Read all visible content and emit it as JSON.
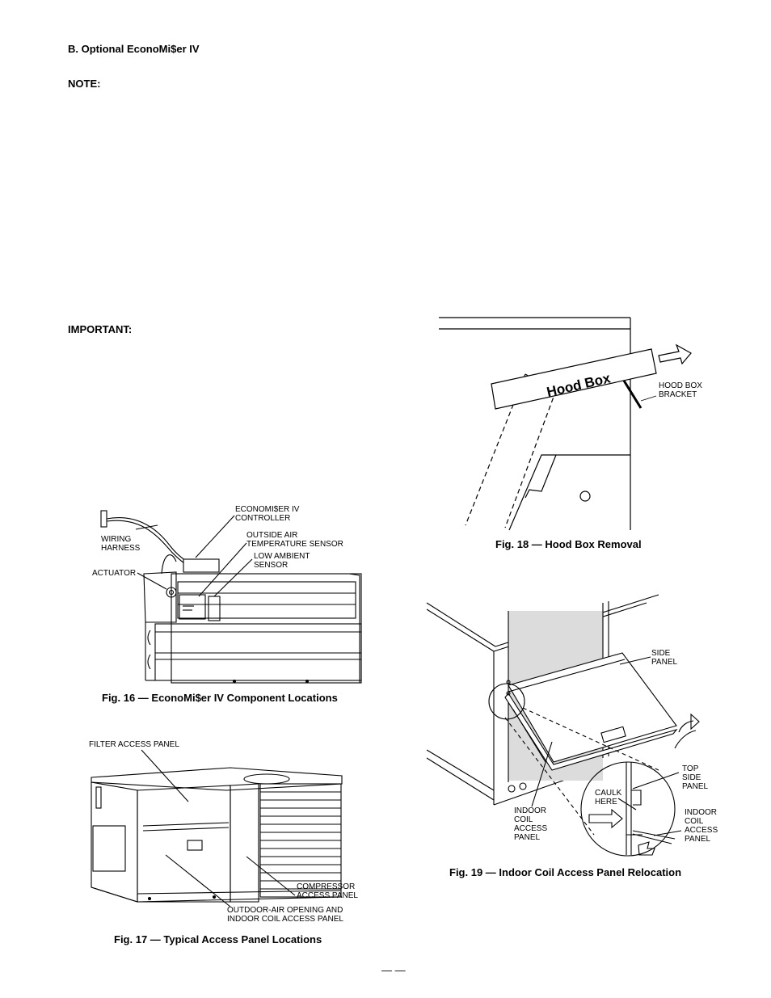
{
  "section": {
    "title": "B. Optional EconoMi$er IV",
    "note_label": "NOTE:",
    "important_label": "IMPORTANT:"
  },
  "fig16": {
    "caption": "Fig. 16 — EconoMi$er IV Component Locations",
    "labels": {
      "controller": "ECONOMI$ER IV\nCONTROLLER",
      "wiring": "WIRING\nHARNESS",
      "oat_sensor": "OUTSIDE AIR\nTEMPERATURE SENSOR",
      "low_ambient": "LOW AMBIENT\nSENSOR",
      "actuator": "ACTUATOR"
    }
  },
  "fig17": {
    "caption": "Fig. 17 — Typical Access Panel Locations",
    "labels": {
      "filter": "FILTER ACCESS PANEL",
      "compressor": "COMPRESSOR\nACCESS PANEL",
      "outdoor": "OUTDOOR-AIR OPENING AND\nINDOOR COIL ACCESS PANEL"
    }
  },
  "fig18": {
    "caption": "Fig. 18 — Hood Box Removal",
    "hood_text": "Hood Box",
    "labels": {
      "bracket": "HOOD BOX\nBRACKET"
    }
  },
  "fig19": {
    "caption": "Fig. 19 — Indoor Coil Access Panel Relocation",
    "labels": {
      "side_panel": "SIDE\nPANEL",
      "top_side": "TOP\nSIDE\nPANEL",
      "caulk": "CAULK\nHERE",
      "indoor_left": "INDOOR\nCOIL\nACCESS\nPANEL",
      "indoor_right": "INDOOR\nCOIL\nACCESS\nPANEL"
    }
  },
  "page_number": "— —"
}
